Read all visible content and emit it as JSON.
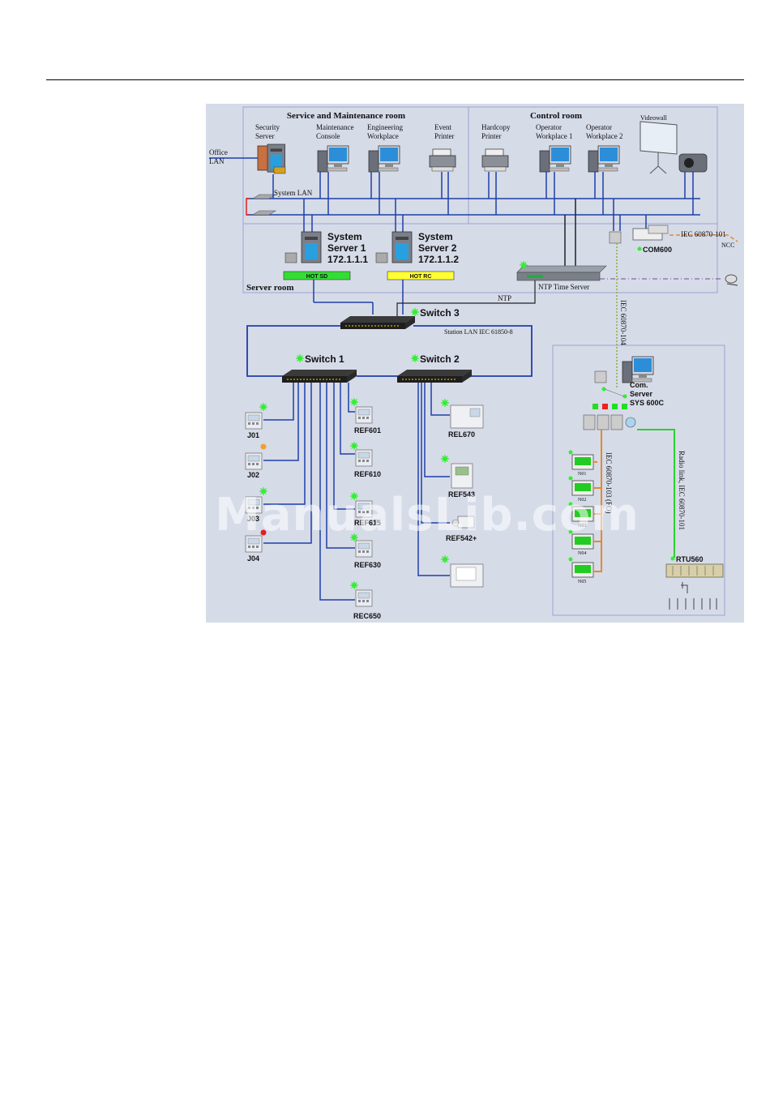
{
  "diagram": {
    "rooms": {
      "service": "Service and Maintenance room",
      "control": "Control room",
      "server": "Server room"
    },
    "office_lan": [
      "Office",
      "LAN"
    ],
    "system_lan": "System LAN",
    "devices_top": {
      "security_server": [
        "Security",
        "Server"
      ],
      "maintenance_console": [
        "Maintenance",
        "Console"
      ],
      "engineering_workplace": [
        "Engineering",
        "Workplace"
      ],
      "event_printer": [
        "Event",
        "Printer"
      ],
      "hardcopy_printer": [
        "Hardcopy",
        "Printer"
      ],
      "operator_wp1": [
        "Operator",
        "Workplace 1"
      ],
      "operator_wp2": [
        "Operator",
        "Workplace 2"
      ],
      "videowall": "Videowall"
    },
    "servers": {
      "s1": [
        "System",
        "Server 1",
        "172.1.1.1"
      ],
      "s1_state": "HOT SD",
      "s2": [
        "System",
        "Server 2",
        "172.1.1.2"
      ],
      "s2_state": "HOT RC"
    },
    "ntp_server": "NTP Time Server",
    "ntp": "NTP",
    "com600": "COM600",
    "iec101_top": "IEC 60870-101",
    "ncc": "NCC",
    "iec104": "IEC 60870-104",
    "switches": {
      "s3": "Switch 3",
      "s1": "Switch 1",
      "s2": "Switch 2"
    },
    "station_lan": "Station LAN IEC 61850-8",
    "ieds_left": [
      "J01",
      "J02",
      "J03",
      "J04"
    ],
    "ieds_sw1": [
      "REF601",
      "REF610",
      "REF615",
      "REF630",
      "REC650"
    ],
    "ieds_sw2": [
      "REL670",
      "REF543",
      "REF542+"
    ],
    "com_server": [
      "Com.",
      "Server",
      "SYS 600C"
    ],
    "iec103": "IEC 60870-103 (FO)",
    "radio_link": "Radio link, IEC 60870-101",
    "rtu": "RTU560",
    "n_devices": [
      "N01",
      "N02",
      "N03",
      "N04",
      "N05"
    ],
    "watermark": "ManualsLib.com",
    "colors": {
      "background": "#d6dbe8",
      "network": "#1f3fa8",
      "fiber": "#e8882a",
      "radio": "#2fcf2f",
      "hot_sd": "#33dd33",
      "hot_rc": "#ffff33"
    }
  }
}
